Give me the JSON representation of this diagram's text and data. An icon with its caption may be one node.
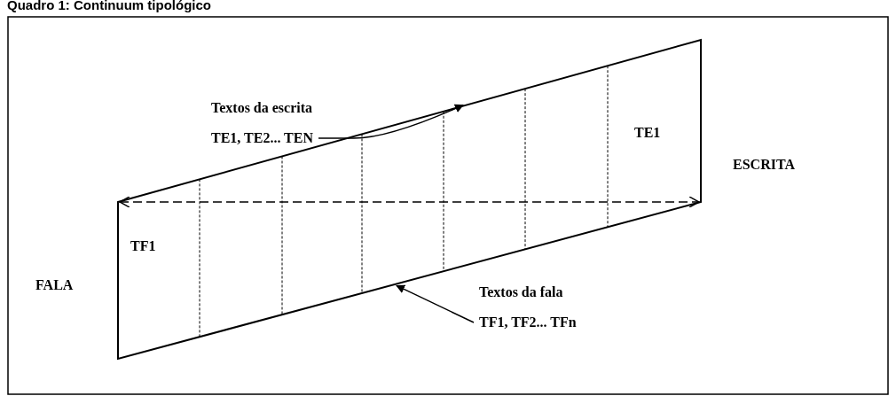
{
  "diagram": {
    "title": "Quadro 1: Continuum tipológico",
    "nodes": [
      {
        "text": [
          "Textos da escrita",
          "TE1, TE2... TEN"
        ]
      },
      {
        "text": [
          "Textos da fala",
          "TF1, TF2... TFn"
        ]
      }
    ],
    "edges": [
      {
        "from": 0,
        "to": null,
        "arrow": "to"
      },
      {
        "from": 1,
        "to": null,
        "arrow": "to"
      }
    ],
    "labels": [
      "TE1",
      "ESCRITA",
      "TF1",
      "FALA"
    ]
  }
}
